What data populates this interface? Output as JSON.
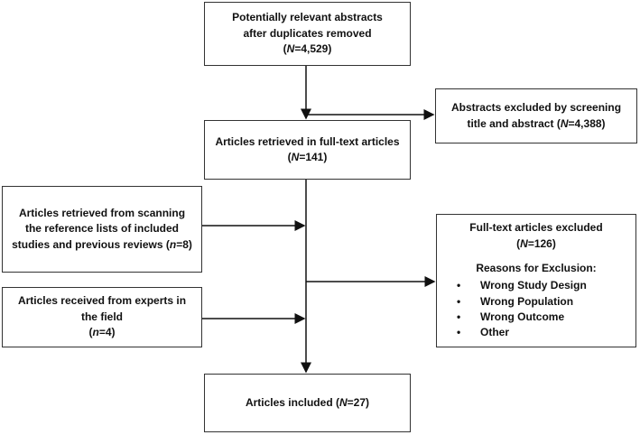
{
  "boxes": {
    "identified": {
      "text": "Potentially relevant abstracts after duplicates removed",
      "count_label": "N",
      "count": "=4,529"
    },
    "screen_excluded": {
      "text": "Abstracts excluded by screening title and abstract",
      "count_label": "N",
      "count": "=4,388"
    },
    "fulltext": {
      "text": "Articles retrieved in full-text articles",
      "count_label": "N",
      "count": "=141"
    },
    "reference_lists": {
      "text": "Articles retrieved from scanning the reference lists of included studies and previous reviews",
      "count_label": "n",
      "count": "=8"
    },
    "experts": {
      "text": "Articles received from experts in the field",
      "count_label": "n",
      "count": "=4"
    },
    "fulltext_excluded": {
      "text": "Full-text articles excluded",
      "count_label": "N",
      "count": "=126",
      "reasons_title": "Reasons for Exclusion:",
      "reasons": [
        "Wrong Study Design",
        "Wrong Population",
        "Wrong Outcome",
        "Other"
      ]
    },
    "included": {
      "text": "Articles included",
      "count_label": "N",
      "count": "=27"
    }
  }
}
